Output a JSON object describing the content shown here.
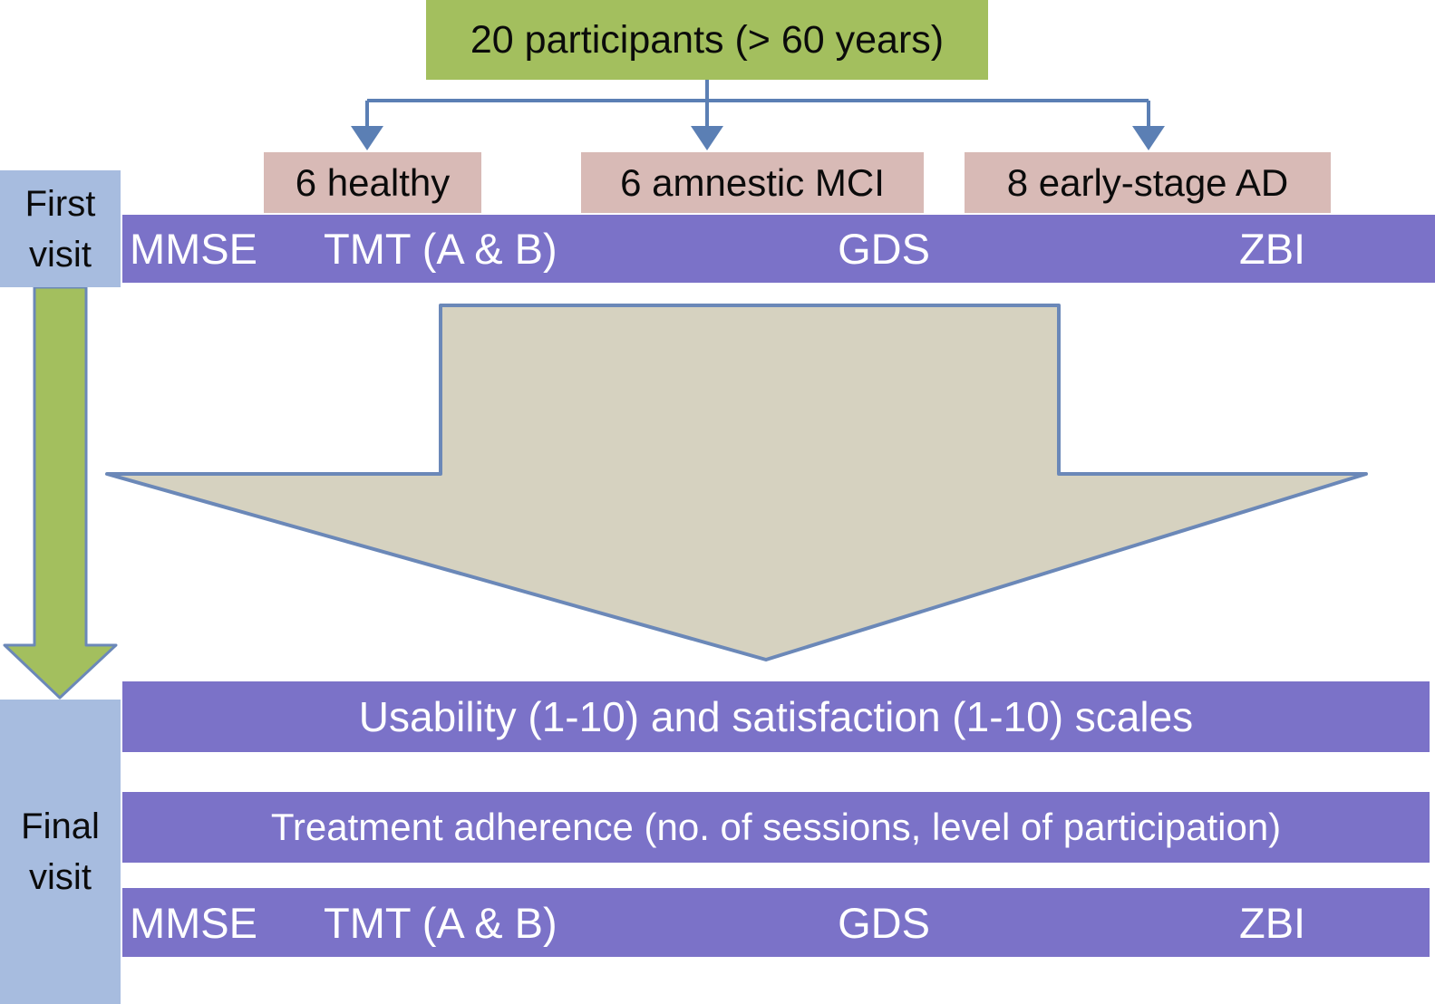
{
  "title_box": {
    "label": "20 participants (> 60 years)"
  },
  "groups": [
    {
      "label": "6 healthy"
    },
    {
      "label": "6 amnestic MCI"
    },
    {
      "label": "8 early-stage AD"
    }
  ],
  "first_visit": {
    "label_line1": "First",
    "label_line2": "visit",
    "measures": [
      "MMSE",
      "TMT (A & B)",
      "GDS",
      "ZBI"
    ]
  },
  "final_visit": {
    "label_line1": "Final",
    "label_line2": "visit",
    "usability_bar": "Usability (1-10) and satisfaction (1-10) scales",
    "adherence_bar": "Treatment adherence (no. of sessions, level of participation)",
    "measures": [
      "MMSE",
      "TMT (A & B)",
      "GDS",
      "ZBI"
    ]
  },
  "colors": {
    "participants_green": "#a3bf5e",
    "group_pink": "#d8bab6",
    "bar_purple": "#7b72c8",
    "visit_light_blue": "#a7bcdf",
    "big_arrow_beige": "#d6d2c0",
    "connector_blue": "#5b7fb4",
    "text_dark": "#0b0b0b",
    "text_light": "#ffffff"
  }
}
